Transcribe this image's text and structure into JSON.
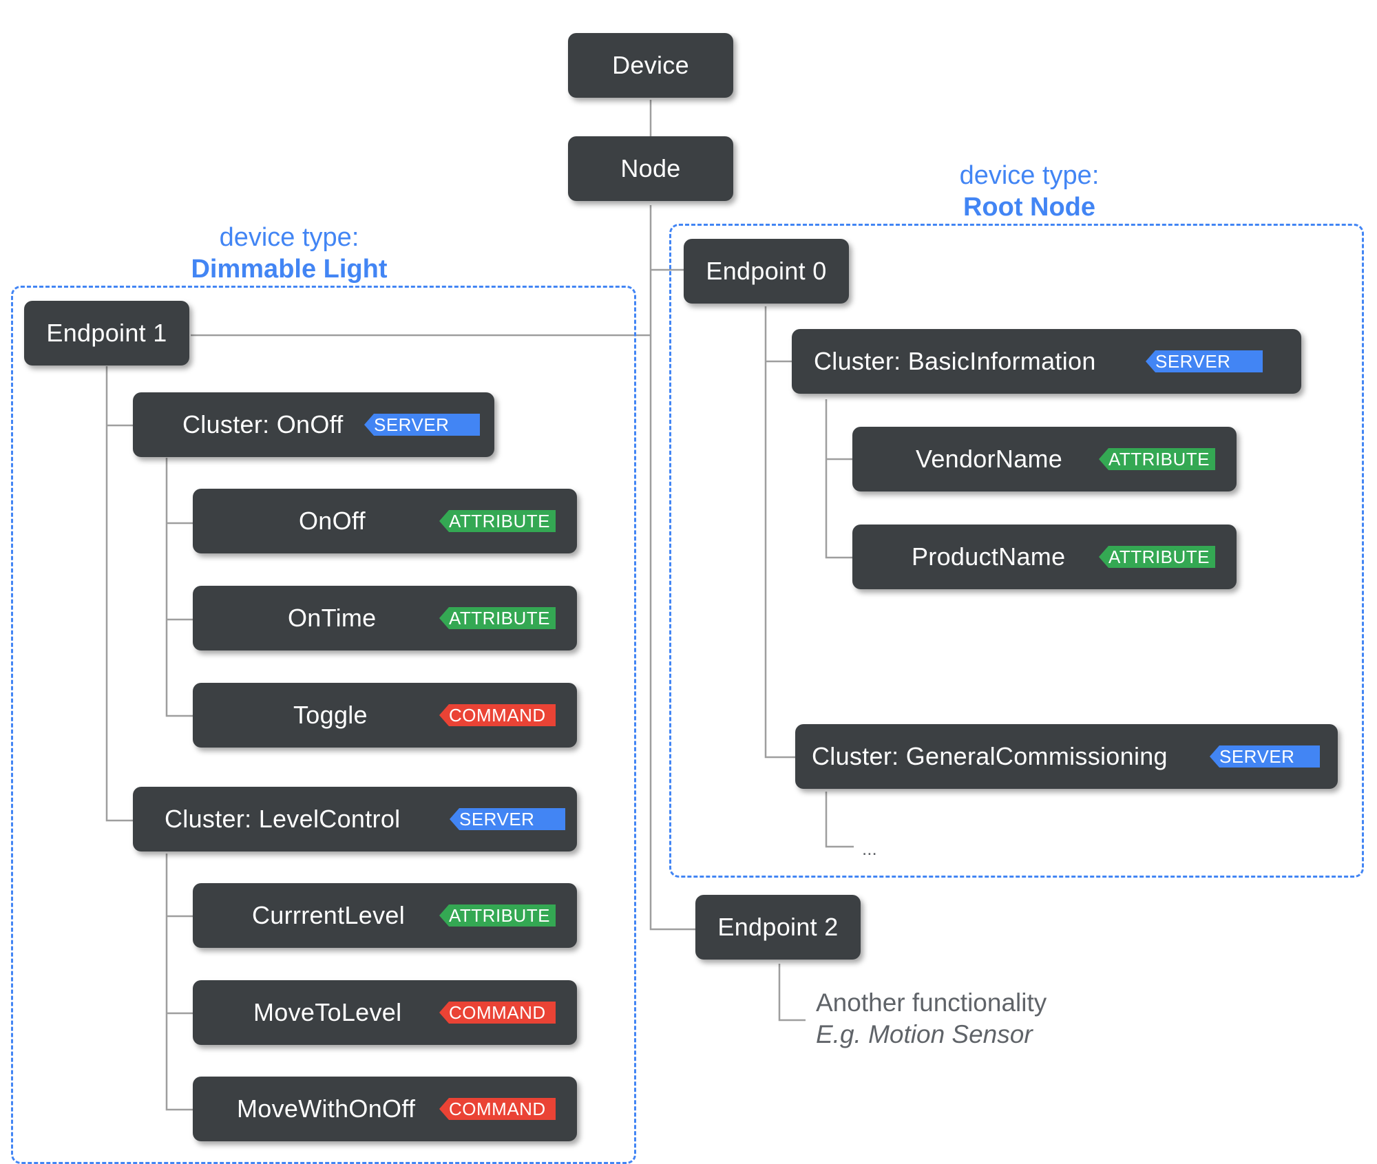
{
  "device": "Device",
  "node": "Node",
  "endpoint0": {
    "label": "Endpoint 0",
    "device_type_prefix": "device type:",
    "device_type_name": "Root Node",
    "clusters": [
      {
        "label": "Cluster: BasicInformation",
        "tag": "SERVER",
        "children": [
          {
            "label": "VendorName",
            "tag": "ATTRIBUTE"
          },
          {
            "label": "ProductName",
            "tag": "ATTRIBUTE"
          }
        ]
      },
      {
        "label": "Cluster: GeneralCommissioning",
        "tag": "SERVER",
        "ellipsis": "..."
      }
    ]
  },
  "endpoint1": {
    "label": "Endpoint 1",
    "device_type_prefix": "device type:",
    "device_type_name": "Dimmable Light",
    "clusters": [
      {
        "label": "Cluster: OnOff",
        "tag": "SERVER",
        "children": [
          {
            "label": "OnOff",
            "tag": "ATTRIBUTE"
          },
          {
            "label": "OnTime",
            "tag": "ATTRIBUTE"
          },
          {
            "label": "Toggle",
            "tag": "COMMAND"
          }
        ]
      },
      {
        "label": "Cluster: LevelControl",
        "tag": "SERVER",
        "children": [
          {
            "label": "CurrrentLevel",
            "tag": "ATTRIBUTE"
          },
          {
            "label": "MoveToLevel",
            "tag": "COMMAND"
          },
          {
            "label": "MoveWithOnOff",
            "tag": "COMMAND"
          }
        ]
      }
    ]
  },
  "endpoint2": {
    "label": "Endpoint 2",
    "note_line1": "Another functionality",
    "note_line2": "E.g. Motion Sensor"
  },
  "colors": {
    "node_bg": "#3c4043",
    "server": "#4285f4",
    "attribute": "#34a853",
    "command": "#ea4335",
    "group_border": "#4285f4",
    "connector": "#9e9e9e"
  }
}
